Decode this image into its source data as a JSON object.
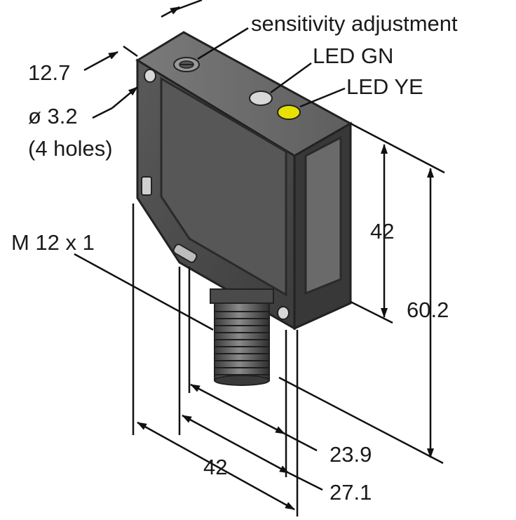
{
  "diagram": {
    "labels": {
      "sensitivity": "sensitivity adjustment",
      "led_gn": "LED GN",
      "led_ye": "LED YE",
      "hole_offset": "12.7",
      "hole_dia": "ø 3.2",
      "hole_count": "(4 holes)",
      "thread": "M 12 x 1",
      "face_height": "42",
      "total_height": "60.2",
      "connector_offset": "23.9",
      "depth_offset": "27.1",
      "width": "42"
    },
    "colors": {
      "housing_top": "#6a6a6a",
      "housing_front": "#4a4a4a",
      "housing_side": "#3a3a3a",
      "lens": "#5c5c5c",
      "led_green": "#d8d8d8",
      "led_yellow": "#e8e000",
      "line": "#111111"
    }
  }
}
